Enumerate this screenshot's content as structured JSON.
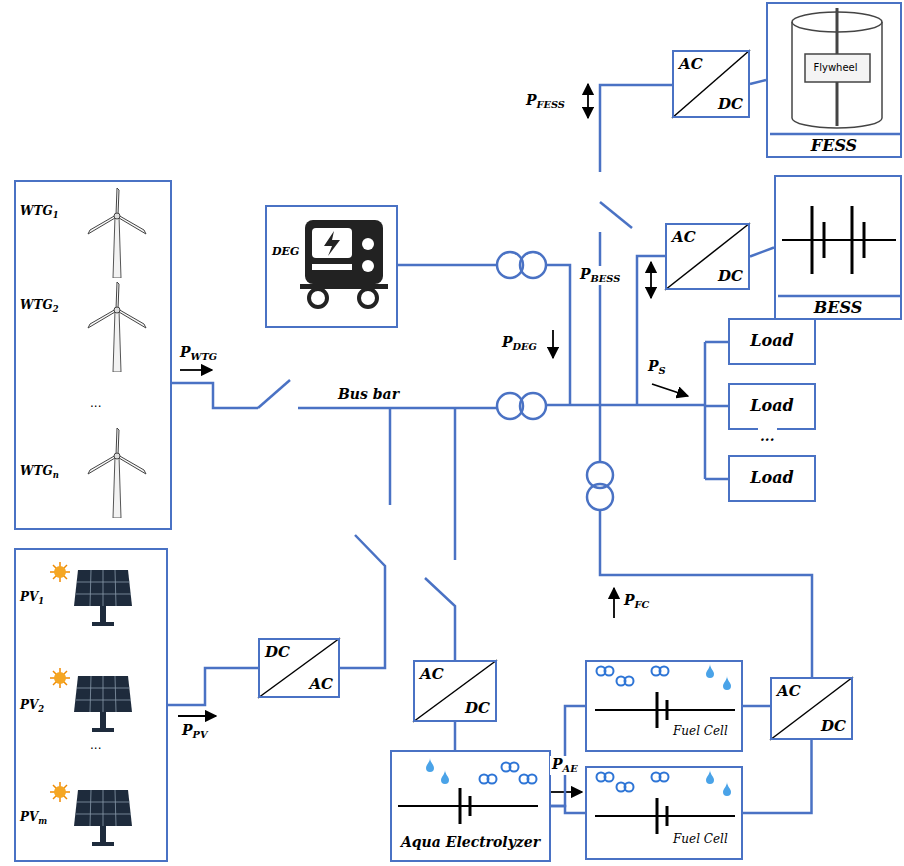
{
  "diagram": {
    "nodes": [
      {
        "text": [
          "WTG1",
          "WTG2",
          "...",
          "WTGn"
        ]
      },
      {
        "text": [
          "PV1",
          "PV2",
          "...",
          "PVm"
        ]
      },
      {
        "text": [
          "DEG"
        ]
      },
      {
        "text": [
          "Flywheel",
          "FESS"
        ]
      },
      {
        "text": [
          "BESS"
        ]
      },
      {
        "text": [
          "AC",
          "DC"
        ]
      },
      {
        "text": [
          "AC",
          "DC"
        ]
      },
      {
        "text": [
          "Load"
        ]
      },
      {
        "text": [
          "Load"
        ]
      },
      {
        "text": [
          "Load"
        ]
      },
      {
        "text": [
          "DC",
          "AC"
        ]
      },
      {
        "text": [
          "AC",
          "DC"
        ]
      },
      {
        "text": [
          "Aqua Electrolyzer"
        ]
      },
      {
        "text": [
          "Fuel Cell"
        ]
      },
      {
        "text": [
          "Fuel Cell"
        ]
      },
      {
        "text": [
          "AC",
          "DC"
        ]
      }
    ],
    "edges": [
      {
        "from": 5,
        "to": 3,
        "arrow": "none"
      },
      {
        "from": 6,
        "to": 4,
        "arrow": "none"
      },
      {
        "from": 1,
        "to": 10,
        "arrow": "none"
      },
      {
        "from": 11,
        "to": 12,
        "arrow": "none"
      },
      {
        "from": 12,
        "to": 13,
        "arrow": "none"
      },
      {
        "from": 12,
        "to": 14,
        "arrow": "none"
      },
      {
        "from": 13,
        "to": 15,
        "arrow": "none"
      },
      {
        "from": 14,
        "to": 15,
        "arrow": "none"
      }
    ],
    "labels": [
      "PFESS",
      "PBESS",
      "PWTG",
      "Bus bar",
      "PDEG",
      "PS",
      "...",
      "PFC",
      "PPV",
      "PAE"
    ]
  }
}
